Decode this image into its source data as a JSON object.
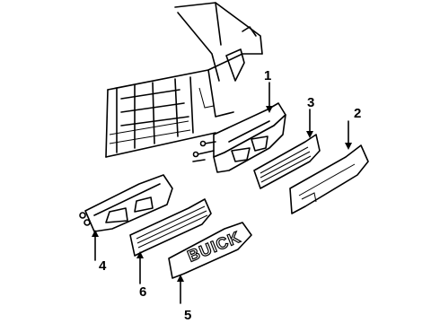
{
  "diagram": {
    "lens_text": "BUICK",
    "callouts": [
      {
        "id": "1",
        "label": "1"
      },
      {
        "id": "2",
        "label": "2"
      },
      {
        "id": "3",
        "label": "3"
      },
      {
        "id": "4",
        "label": "4"
      },
      {
        "id": "5",
        "label": "5"
      },
      {
        "id": "6",
        "label": "6"
      }
    ]
  }
}
